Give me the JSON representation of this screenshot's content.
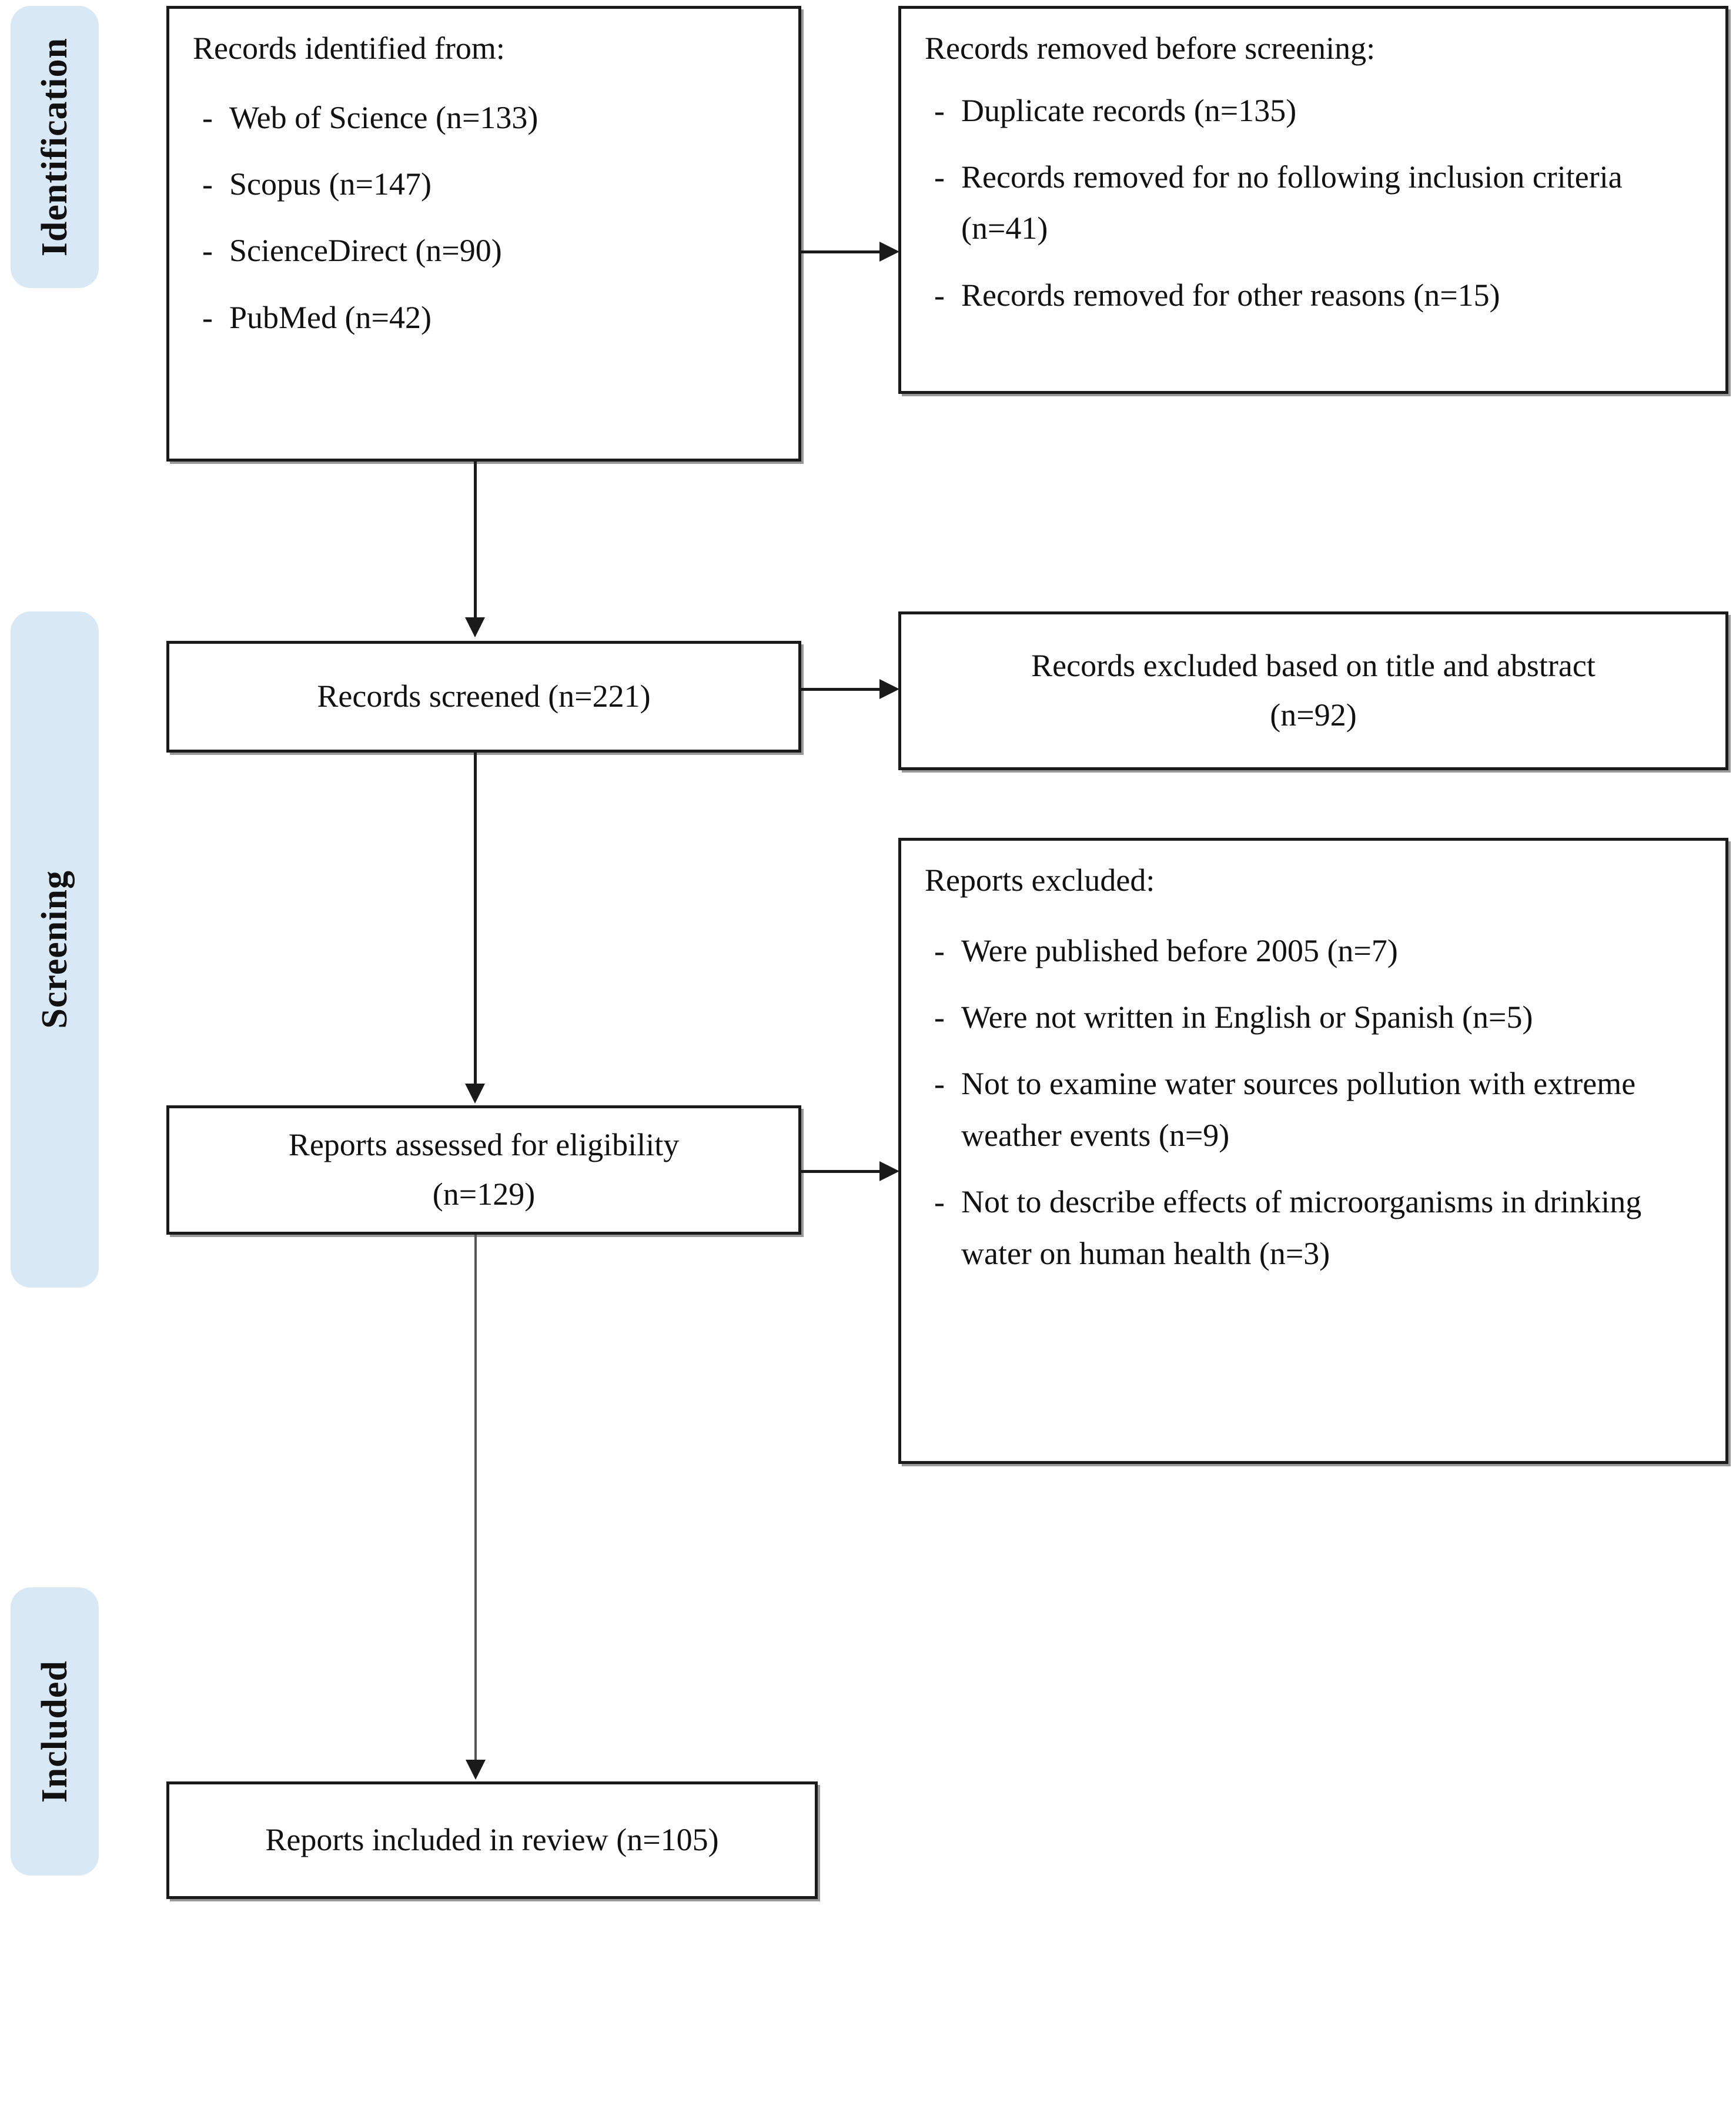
{
  "diagram": {
    "type": "prisma-flow-diagram",
    "phases": [
      {
        "key": "identification",
        "label": "Identification"
      },
      {
        "key": "screening",
        "label": "Screening"
      },
      {
        "key": "included",
        "label": "Included"
      }
    ],
    "accent_color": "#d9e8f5",
    "line_color": "#1a1a1a"
  },
  "boxes": {
    "identified": {
      "title": "Records identified from:",
      "items": [
        "Web of Science (n=133)",
        "Scopus (n=147)",
        "ScienceDirect (n=90)",
        "PubMed (n=42)"
      ]
    },
    "removed_before_screening": {
      "title": "Records removed before screening:",
      "items": [
        "Duplicate records (n=135)",
        "Records removed for no following inclusion criteria (n=41)",
        "Records removed for other reasons (n=15)"
      ]
    },
    "records_screened": {
      "text": "Records screened (n=221)"
    },
    "records_excluded": {
      "text": "Records excluded based on title and abstract\n(n=92)"
    },
    "reports_assessed": {
      "text": "Reports assessed for eligibility\n(n=129)"
    },
    "reports_excluded": {
      "title": "Reports excluded:",
      "items": [
        "Were published before 2005 (n=7)",
        "Were not written in English or Spanish (n=5)",
        "Not to examine water sources pollution with extreme weather events (n=9)",
        "Not to describe effects of microorganisms in drinking water on human health (n=3)"
      ]
    },
    "reports_included": {
      "text": "Reports included in review (n=105)"
    }
  },
  "counts": {
    "web_of_science": 133,
    "scopus": 147,
    "science_direct": 90,
    "pubmed": 42,
    "duplicate_records": 135,
    "removed_no_inclusion_criteria": 41,
    "removed_other_reasons": 15,
    "records_screened": 221,
    "records_excluded_title_abstract": 92,
    "reports_assessed": 129,
    "excluded_before_2005": 7,
    "excluded_language": 5,
    "excluded_not_water_pollution": 9,
    "excluded_not_microorganisms": 3,
    "reports_included": 105
  },
  "bullet_marker": "-"
}
